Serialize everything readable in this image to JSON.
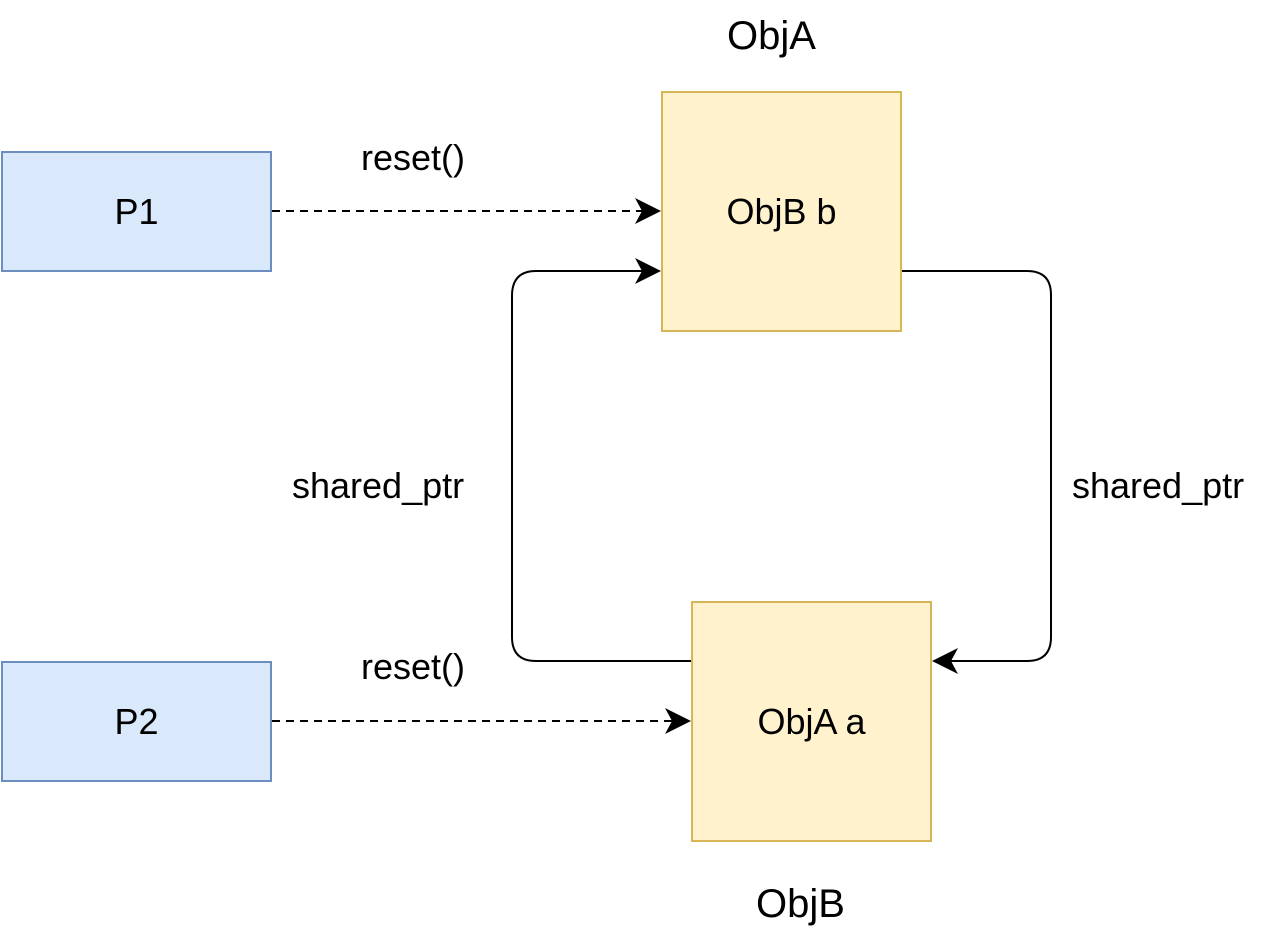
{
  "colors": {
    "participant_fill": "#dae8fc",
    "participant_stroke": "#6c8ebf",
    "object_fill": "#fff2cc",
    "object_stroke": "#d6b656",
    "edge": "#000000"
  },
  "titles": {
    "top": "ObjA",
    "bottom": "ObjB"
  },
  "nodes": {
    "p1": "P1",
    "p2": "P2",
    "objb_b": "ObjB b",
    "obja_a": "ObjA a"
  },
  "edges": {
    "p1_to_objb_b": "reset()",
    "p2_to_obja_a": "reset()",
    "obja_a_to_objb_b": "shared_ptr",
    "objb_b_to_obja_a": "shared_ptr"
  }
}
